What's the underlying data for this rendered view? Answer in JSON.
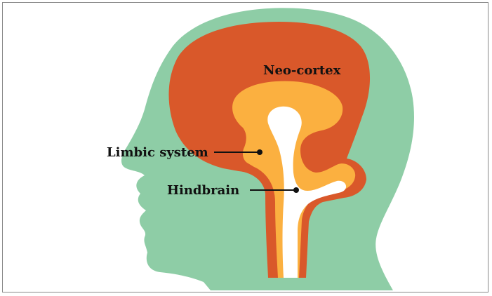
{
  "labels": {
    "neocortex": "Neo-cortex",
    "limbic": "Limbic system",
    "hindbrain": "Hindbrain"
  },
  "colors": {
    "head": "#8ECDA6",
    "neocortex": "#D9582A",
    "limbic": "#FBB040",
    "hindbrain": "#FFFFFF",
    "text": "#111111",
    "border": "#888888"
  }
}
